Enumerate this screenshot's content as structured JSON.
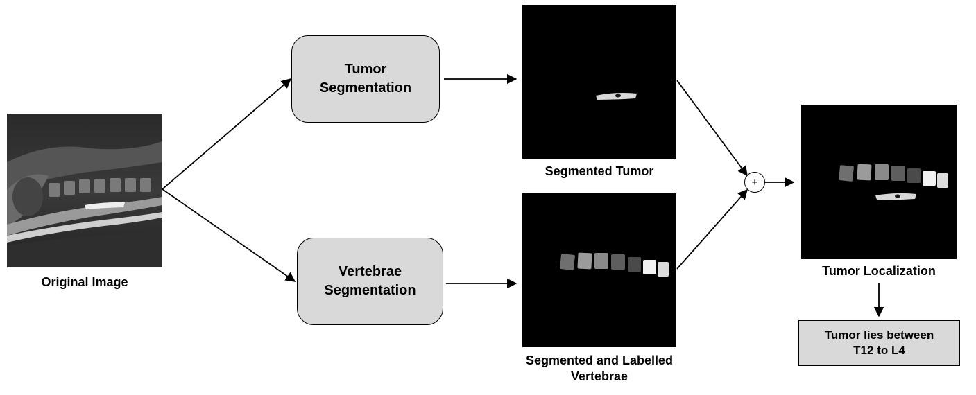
{
  "nodes": {
    "original_caption": "Original Image",
    "tumor_seg": "Tumor\nSegmentation",
    "vertebrae_seg": "Vertebrae\nSegmentation",
    "segmented_tumor_caption": "Segmented Tumor",
    "segmented_vertebrae_caption": "Segmented and Labelled\nVertebrae",
    "sum_symbol": "+",
    "localization_caption": "Tumor Localization",
    "result": "Tumor lies between\nT12 to L4"
  },
  "colors": {
    "box_fill": "#d9d9d9",
    "image_background": "#000000",
    "edge": "#000000"
  }
}
